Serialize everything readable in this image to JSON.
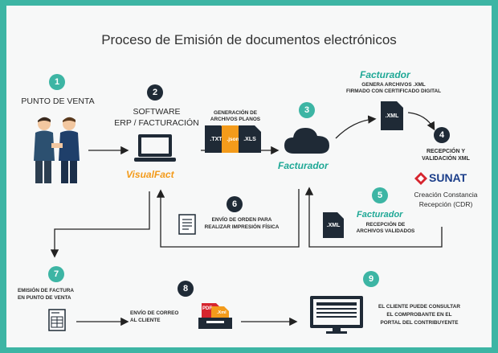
{
  "title": "Proceso de Emisión de documentos electrónicos",
  "steps": {
    "s1": {
      "num": "1",
      "label": "PUNTO DE VENTA"
    },
    "s2": {
      "num": "2",
      "label_line1": "SOFTWARE",
      "label_line2": "ERP / FACTURACIÓN",
      "brand": "VisualFact"
    },
    "s2_files": {
      "caption_line1": "GENERACIÓN DE",
      "caption_line2": "ARCHIVOS PLANOS",
      "file1": ".TXT",
      "file2": ".json",
      "file3": ".XLS"
    },
    "s3": {
      "num": "3",
      "brand": "Facturador"
    },
    "s3b": {
      "brand": "Facturador",
      "caption_line1": "GENERA ARCHIVOS .XML",
      "caption_line2": "FIRMADO CON CERTIFICADO DIGITAL",
      "file": ".XML"
    },
    "s4": {
      "num": "4",
      "label_line1": "RECEPCIÓN Y",
      "label_line2": "VALIDACIÓN XML",
      "brand": "SUNAT",
      "caption_line1": "Creación Constancia",
      "caption_line2": "Recepción (CDR)"
    },
    "s5": {
      "num": "5",
      "brand": "Facturador",
      "caption_line1": "RECEPCIÓN DE",
      "caption_line2": "ARCHIVOS VALIDADOS",
      "file": ".XML"
    },
    "s6": {
      "num": "6",
      "caption_line1": "ENVÍO DE ORDEN PARA",
      "caption_line2": "REALIZAR IMPRESIÓN FÍSICA"
    },
    "s7": {
      "num": "7",
      "caption_line1": "EMISIÓN DE FACTURA",
      "caption_line2": "EN PUNTO DE VENTA"
    },
    "s8": {
      "num": "8",
      "caption_line1": "ENVÍO DE CORREO",
      "caption_line2": "AL CLIENTE",
      "file1": "PDF",
      "file2": ".Xml"
    },
    "s9": {
      "num": "9",
      "caption_line1": "EL CLIENTE PUEDE CONSULTAR",
      "caption_line2": "EL COMPROBANTE EN EL",
      "caption_line3": "PORTAL DEL CONTRIBUYENTE"
    }
  },
  "colors": {
    "frame": "#3db5a4",
    "teal": "#3db5a4",
    "dark": "#1f2a36",
    "orange": "#f39b1b",
    "sunat_red": "#d6252e",
    "sunat_blue": "#1b3e8a"
  },
  "icons": [
    "handshake-icon",
    "laptop-icon",
    "file-txt-icon",
    "file-json-icon",
    "file-xls-icon",
    "cloud-icon",
    "file-xml-icon",
    "sunat-logo-icon",
    "document-icon",
    "invoice-icon",
    "mail-tray-icon",
    "monitor-icon"
  ]
}
